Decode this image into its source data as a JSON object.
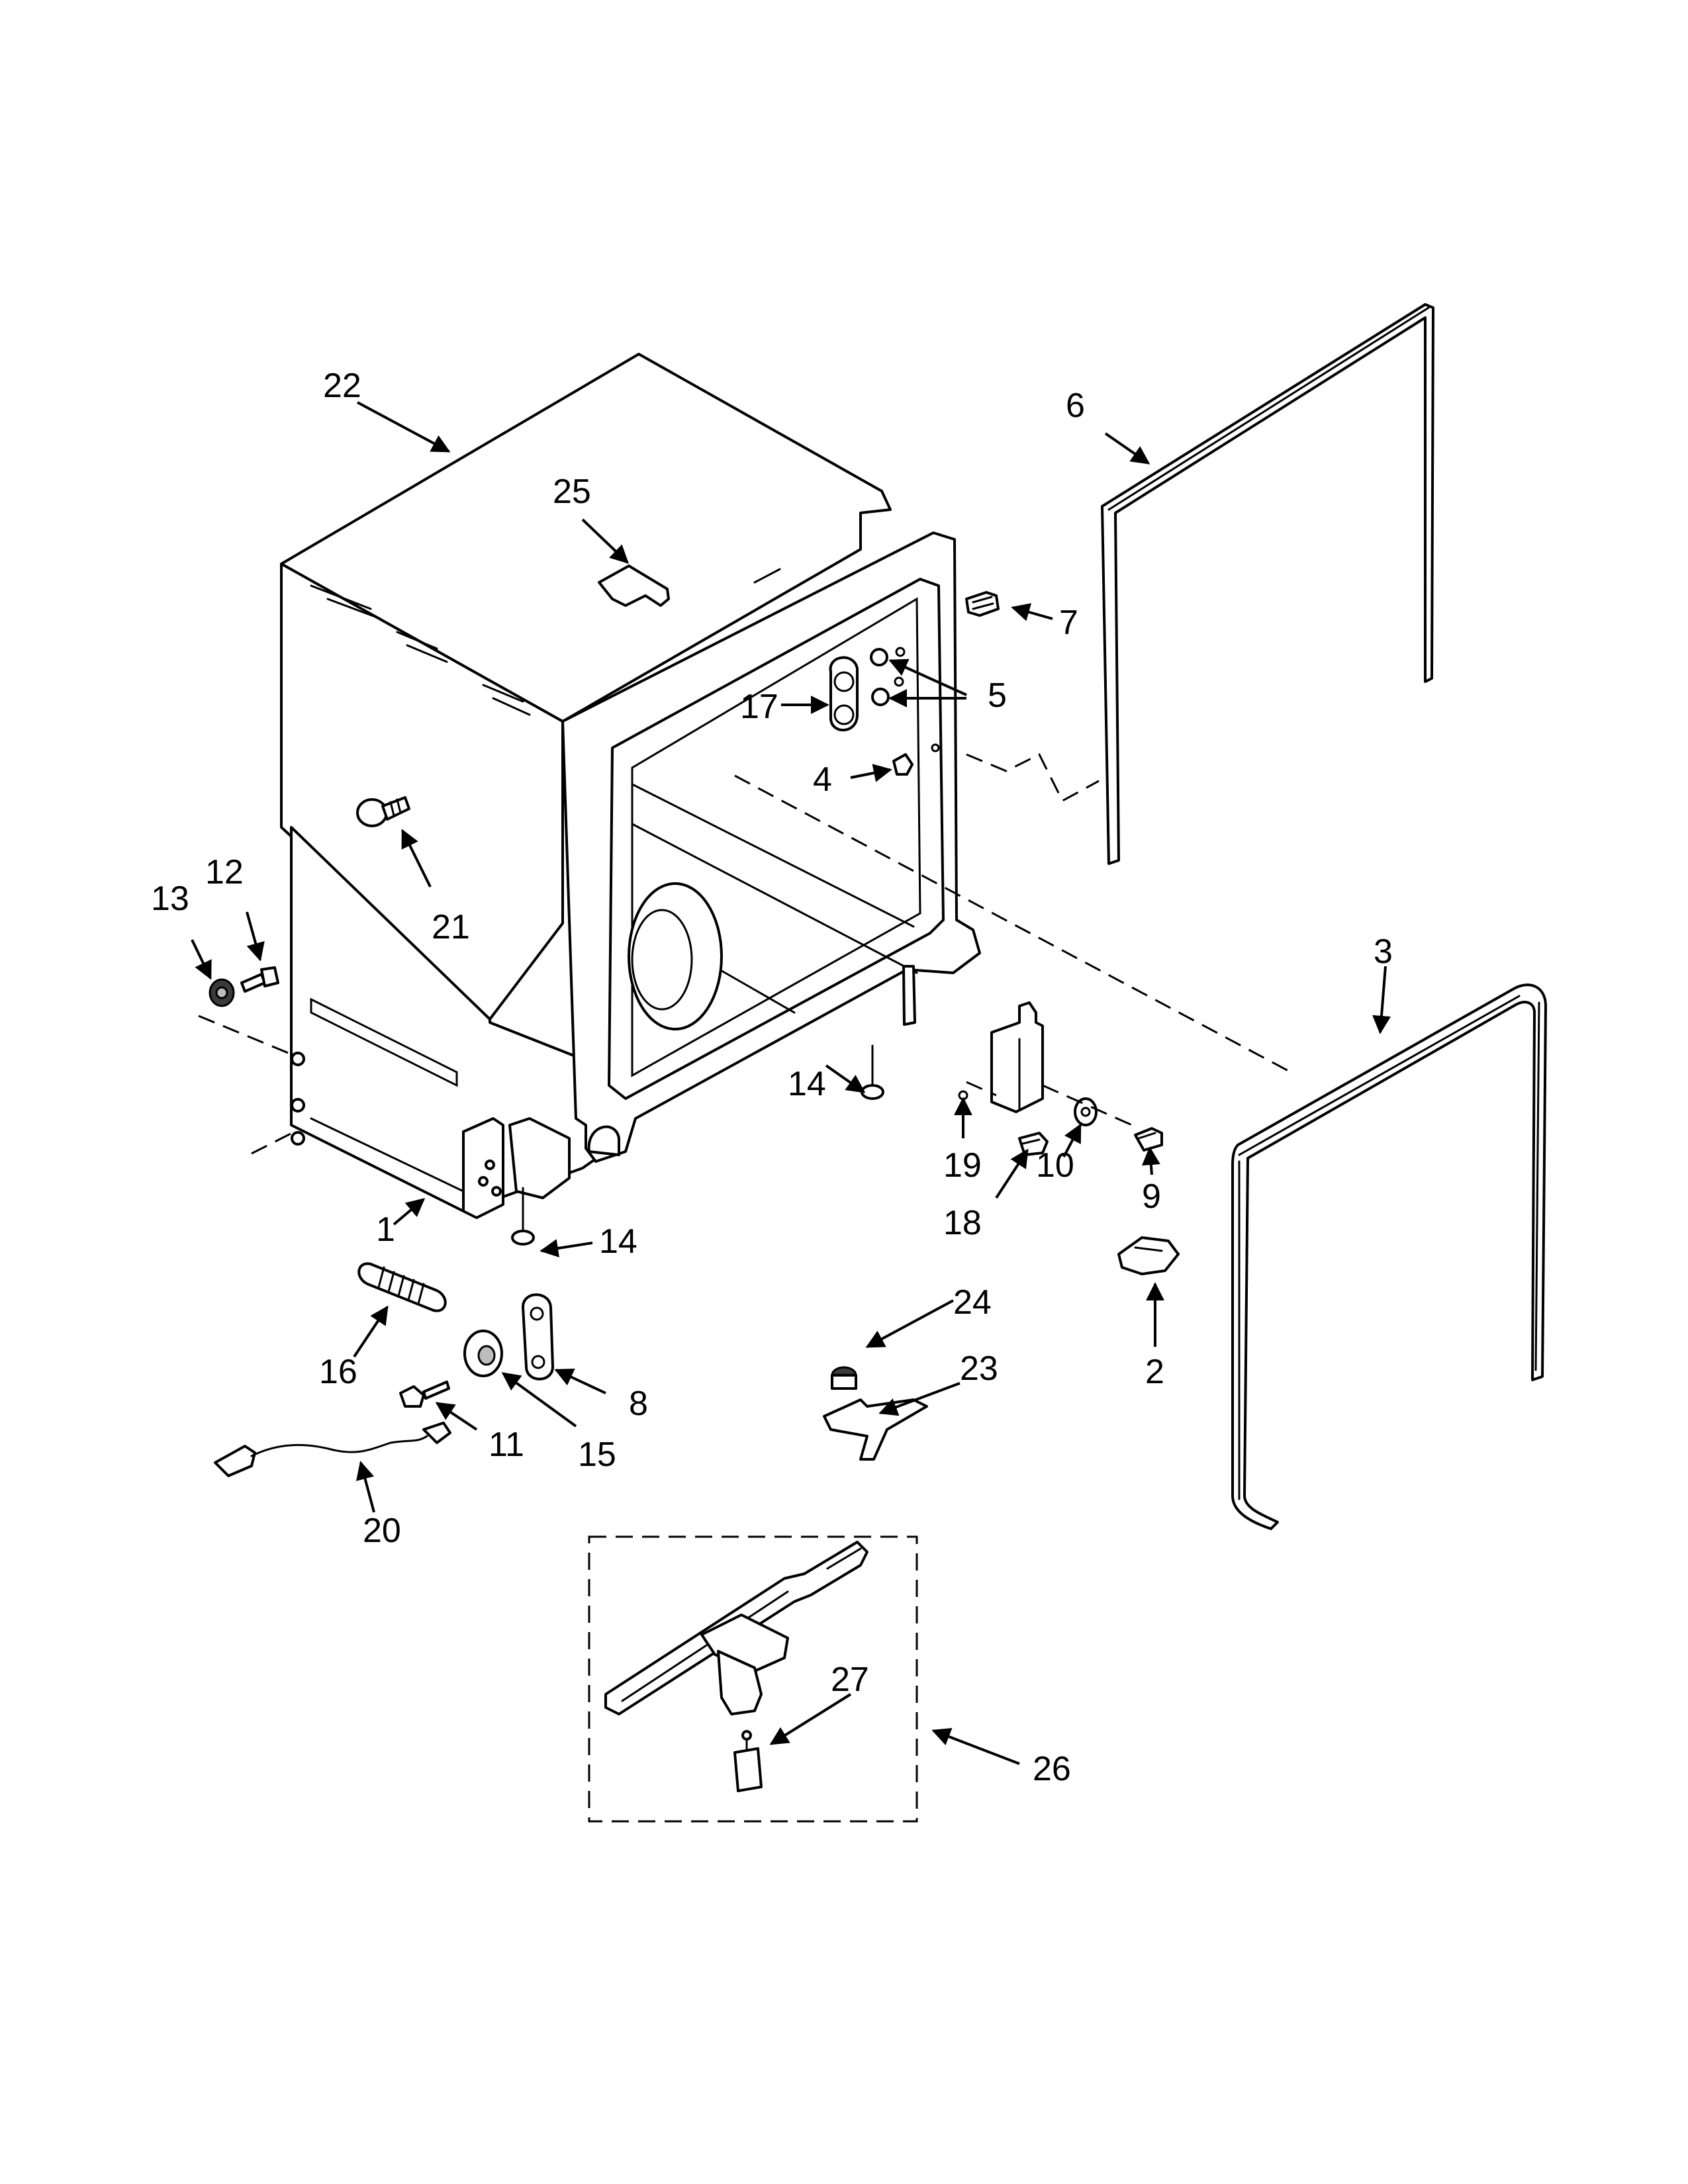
{
  "callouts": {
    "c1": "1",
    "c2": "2",
    "c3": "3",
    "c4": "4",
    "c5": "5",
    "c6": "6",
    "c7": "7",
    "c8": "8",
    "c9": "9",
    "c10": "10",
    "c11": "11",
    "c12": "12",
    "c13": "13",
    "c14a": "14",
    "c14b": "14",
    "c15": "15",
    "c16": "16",
    "c17": "17",
    "c18": "18",
    "c19": "19",
    "c20": "20",
    "c21": "21",
    "c22": "22",
    "c23": "23",
    "c24": "24",
    "c25": "25",
    "c26": "26",
    "c27": "27"
  }
}
